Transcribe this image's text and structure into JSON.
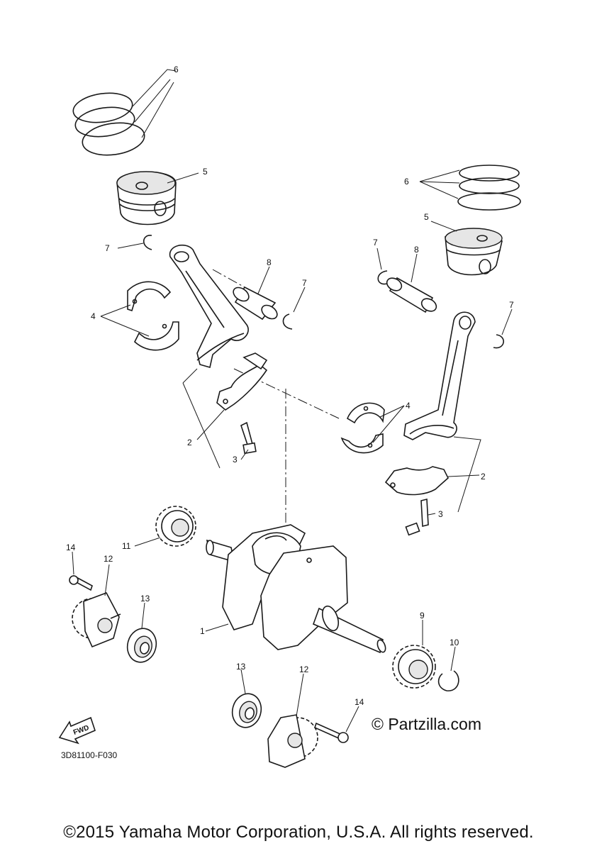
{
  "callouts": {
    "c1": "1",
    "c2a": "2",
    "c2b": "2",
    "c3a": "3",
    "c3b": "3",
    "c4a": "4",
    "c4b": "4",
    "c5a": "5",
    "c5b": "5",
    "c6a": "6",
    "c6b": "6",
    "c7a": "7",
    "c7b": "7",
    "c7c": "7",
    "c7d": "7",
    "c8a": "8",
    "c8b": "8",
    "c9": "9",
    "c10": "10",
    "c11": "11",
    "c12a": "12",
    "c12b": "12",
    "c13a": "13",
    "c13b": "13",
    "c14a": "14",
    "c14b": "14"
  },
  "fwd_label": "FWD",
  "diagram_code": "3D81100-F030",
  "watermark": "© Partzilla.com",
  "footer": "©2015 Yamaha Motor Corporation, U.S.A. All rights reserved.",
  "colors": {
    "line": "#1a1a1a",
    "background": "#ffffff"
  }
}
